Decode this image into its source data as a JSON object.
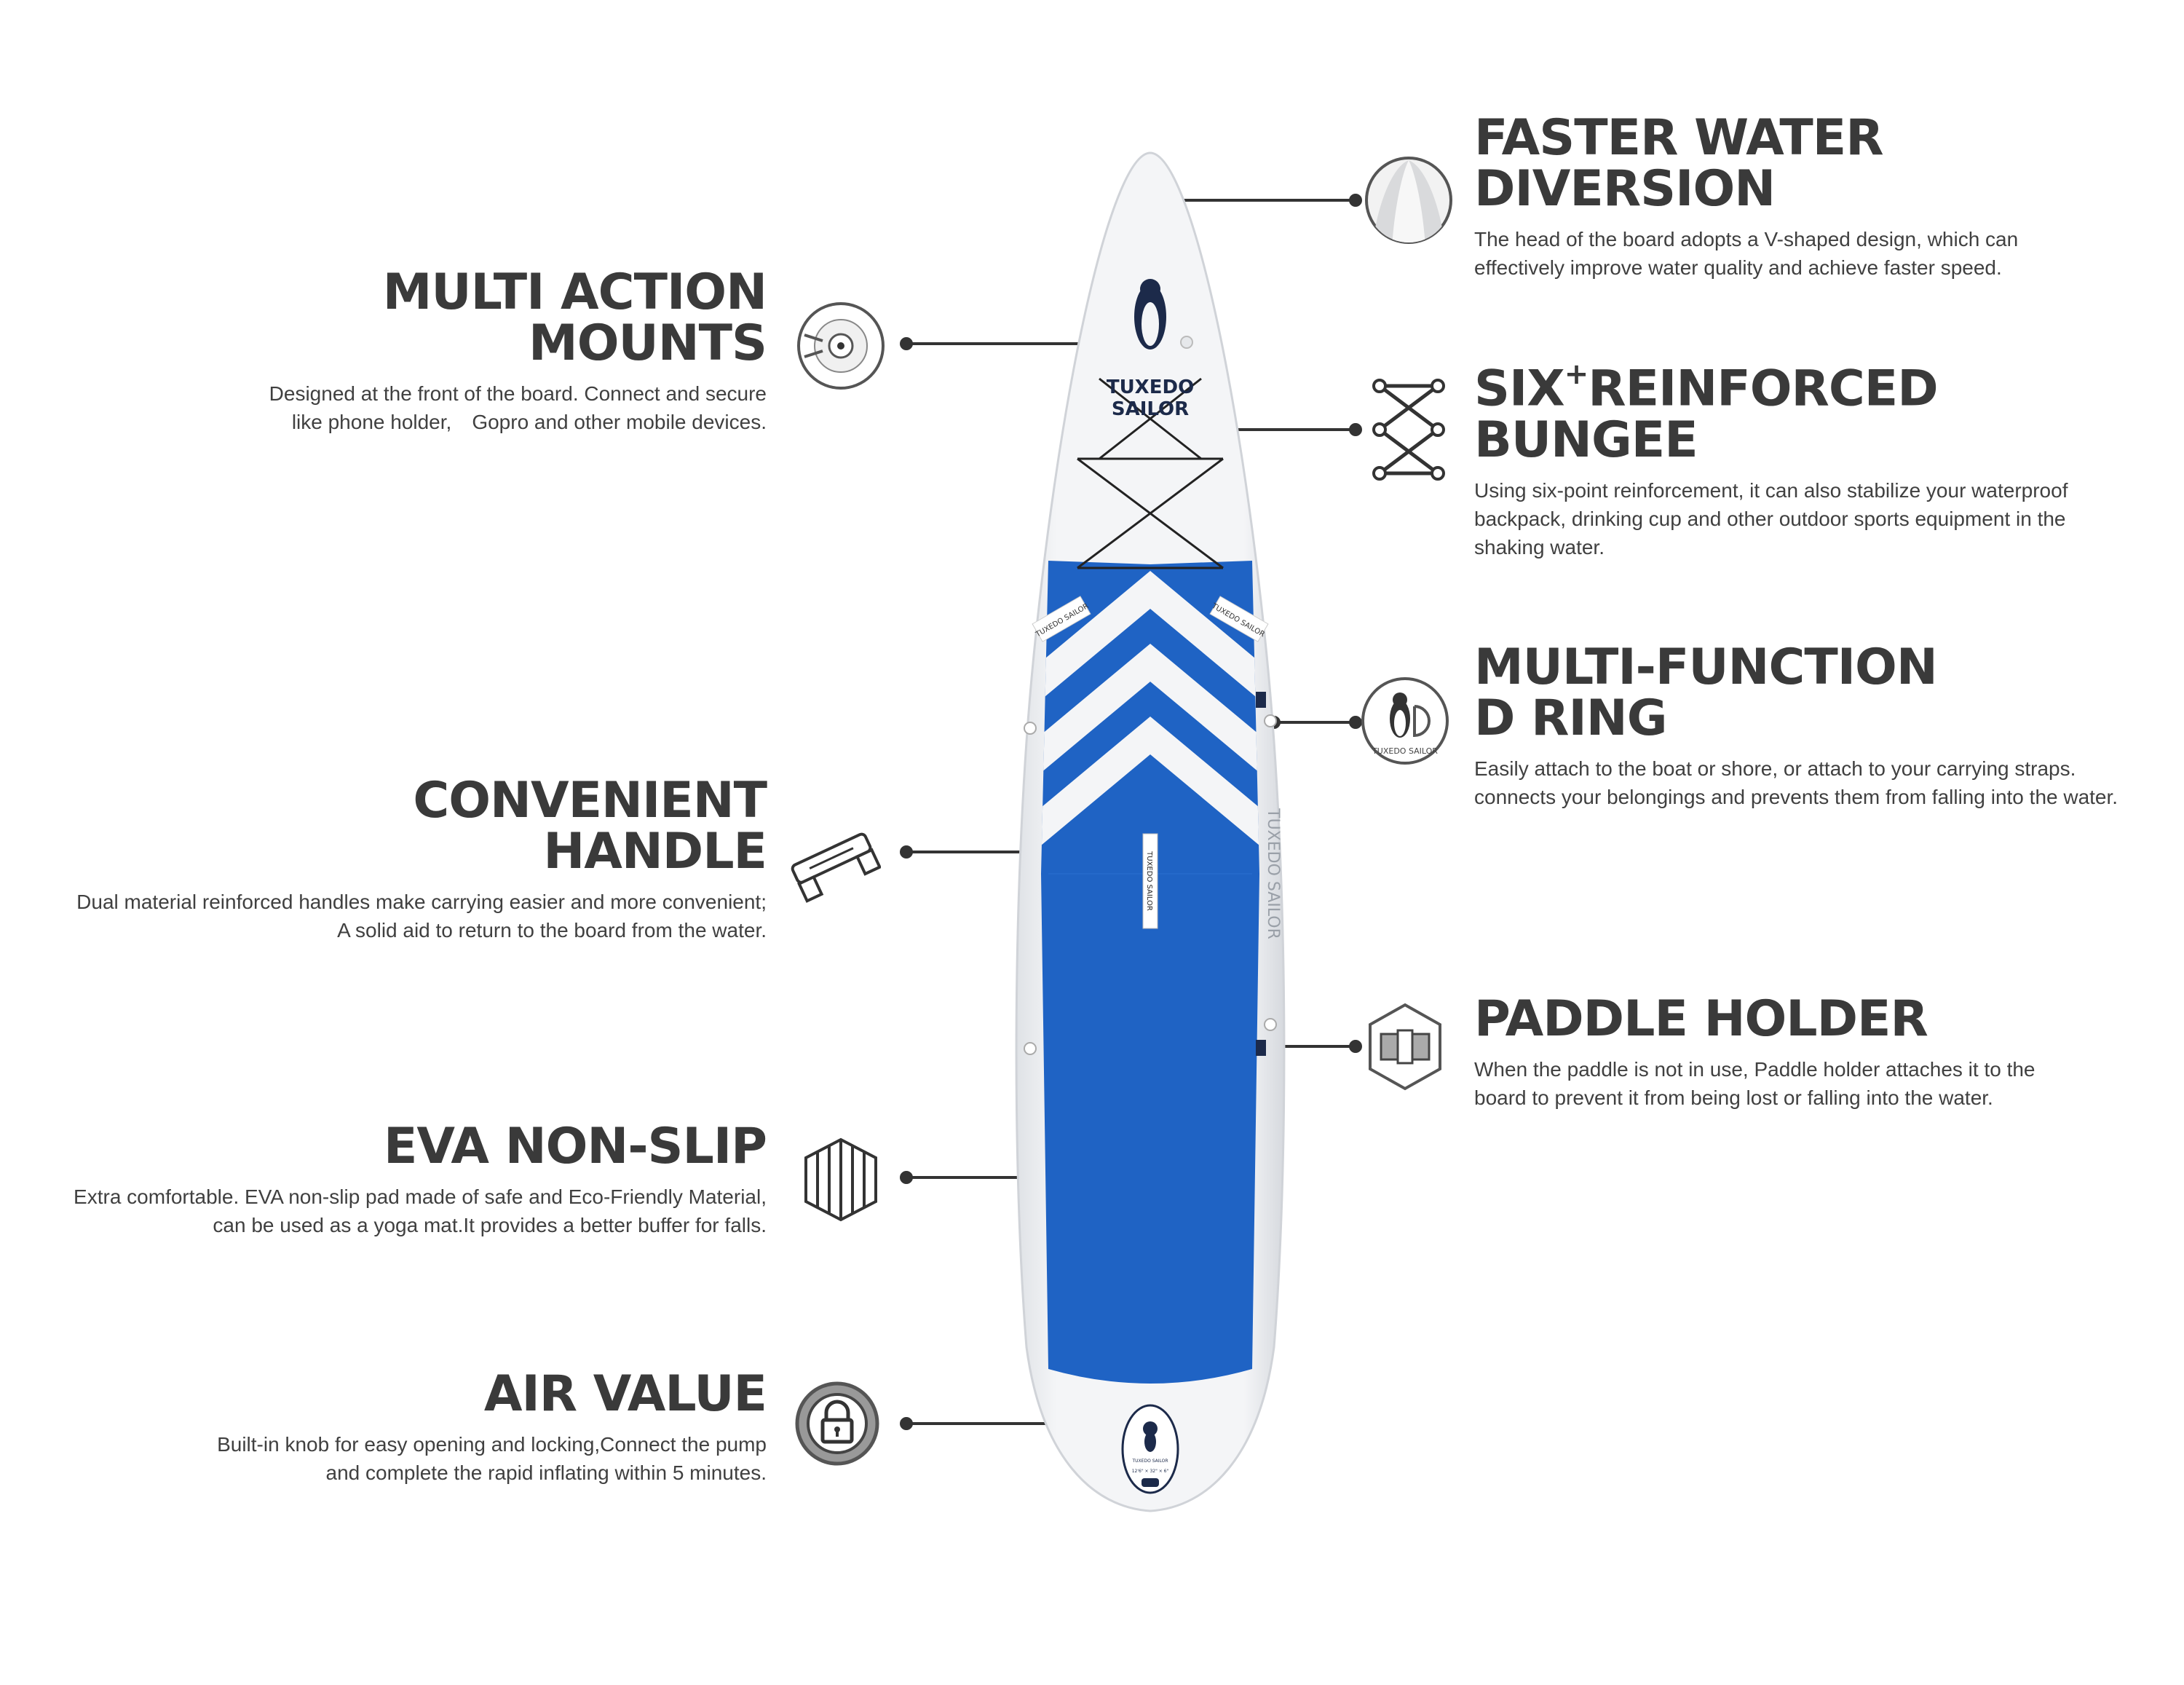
{
  "board": {
    "logo_line1": "TUXEDO",
    "logo_line2": "SAILOR",
    "side_text": "TUXEDO SAILOR",
    "handle_text": "TUXEDO SAILOR",
    "patch_left": "TUXEDO SAILOR",
    "patch_right": "TUXEDO SAILOR",
    "badge_line1": "TUXEDO SAILOR",
    "badge_line2": "12'6\" × 32\" × 6\""
  },
  "features": {
    "water_diversion": {
      "title_line1": "FASTER WATER",
      "title_line2": "DIVERSION",
      "desc_line1": "The head of the board adopts a V-shaped design, which can",
      "desc_line2": "effectively improve water quality and achieve faster speed."
    },
    "mounts": {
      "title_line1": "MULTI ACTION",
      "title_line2": "MOUNTS",
      "desc_line1": "Designed at the front of the board. Connect and secure",
      "desc_line2": "like phone holder,　Gopro and other mobile devices."
    },
    "bungee": {
      "title_pre": "SIX",
      "title_plus": "+",
      "title_post": "REINFORCED",
      "title_line2": "BUNGEE",
      "desc_line1": "Using six-point reinforcement, it can also stabilize your waterproof",
      "desc_line2": "backpack, drinking cup and other outdoor sports equipment in the",
      "desc_line3": "shaking water."
    },
    "d_ring": {
      "title_line1": "MULTI-FUNCTION",
      "title_line2": "D RING",
      "desc_line1": "Easily attach to the boat or shore, or attach to your carrying straps.",
      "desc_line2": "connects your belongings and prevents them from falling into the water.",
      "icon_text": "TUXEDO SAILOR"
    },
    "handle": {
      "title_line1": "CONVENIENT",
      "title_line2": "HANDLE",
      "desc_line1": "Dual material reinforced handles make carrying easier and more convenient;",
      "desc_line2": "A solid aid to return to the board from the water."
    },
    "paddle_holder": {
      "title_line1": "PADDLE HOLDER",
      "desc_line1": "When the paddle is not in use, Paddle holder attaches it to the",
      "desc_line2": "board to prevent it from being lost or falling into the water."
    },
    "eva": {
      "title_line1": "EVA NON-SLIP",
      "desc_line1": "Extra comfortable. EVA non-slip pad made of safe and Eco-Friendly Material,",
      "desc_line2": "can be used as a yoga mat.It provides a better buffer for falls."
    },
    "air_valve": {
      "title_line1": "AIR VALUE",
      "desc_line1": "Built-in knob for easy opening and locking,Connect the pump",
      "desc_line2": "and complete the rapid inflating within 5 minutes."
    }
  },
  "colors": {
    "board_white": "#f3f4f6",
    "deck_blue": "#1f63c4",
    "text_dark": "#3a3a3a",
    "navy": "#1c2a4a"
  }
}
